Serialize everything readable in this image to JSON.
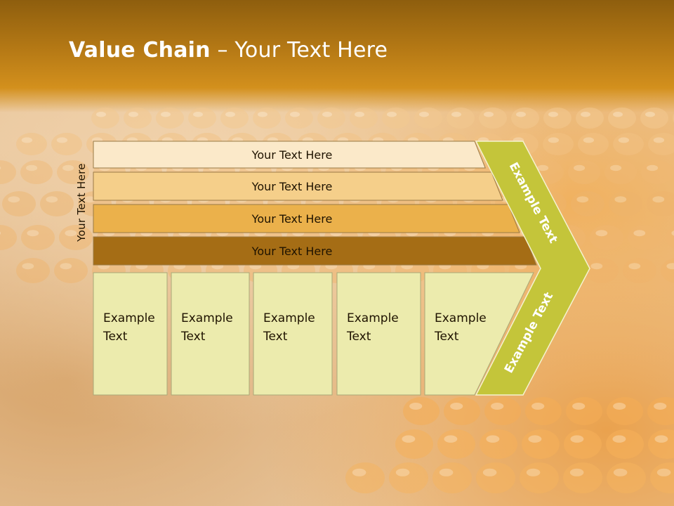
{
  "slide": {
    "title_bold": "Value Chain",
    "title_rest": " – Your Text Here",
    "side_label": "Your Text Here"
  },
  "bars": [
    {
      "label": "Your Text Here",
      "color": "#fbe9c9"
    },
    {
      "label": "Your Text Here",
      "color": "#f5cf8a"
    },
    {
      "label": "Your Text Here",
      "color": "#ebb14b"
    },
    {
      "label": "Your Text Here",
      "color": "#a56d15"
    }
  ],
  "columns": [
    {
      "line1": "Example",
      "line2": "Text"
    },
    {
      "line1": "Example",
      "line2": "Text"
    },
    {
      "line1": "Example",
      "line2": "Text"
    },
    {
      "line1": "Example",
      "line2": "Text"
    },
    {
      "line1": "Example",
      "line2": "Text"
    }
  ],
  "arrow": {
    "upper_label": "Example Text",
    "lower_label": "Example Text",
    "color": "#c4c53a"
  },
  "colors": {
    "column_fill": "#ecebad",
    "text_dark": "#1f1300"
  }
}
